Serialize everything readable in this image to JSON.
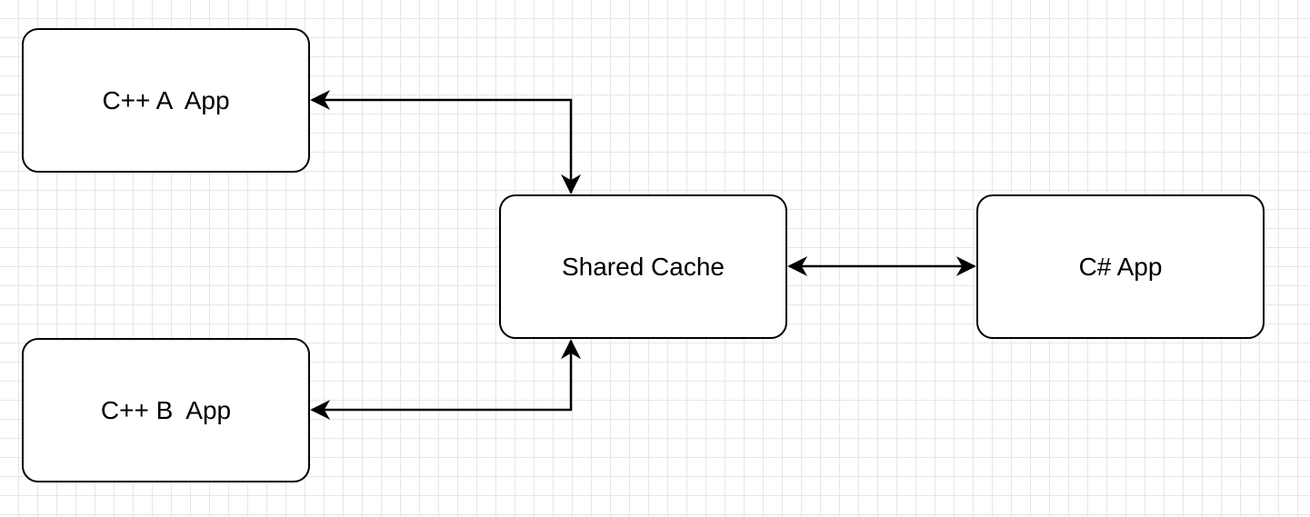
{
  "diagram": {
    "nodes": [
      {
        "id": "cpp-a",
        "label": "C++ A  App"
      },
      {
        "id": "cpp-b",
        "label": "C++ B  App"
      },
      {
        "id": "cache",
        "label": "Shared Cache"
      },
      {
        "id": "csharp",
        "label": "C# App"
      }
    ],
    "edges": [
      {
        "from": "cpp-a",
        "to": "cache",
        "direction": "both"
      },
      {
        "from": "cpp-b",
        "to": "cache",
        "direction": "both"
      },
      {
        "from": "cache",
        "to": "csharp",
        "direction": "both"
      }
    ]
  },
  "colors": {
    "stroke": "#000000",
    "node_fill": "#ffffff",
    "grid": "#e6e6e6",
    "background": "#ffffff"
  }
}
